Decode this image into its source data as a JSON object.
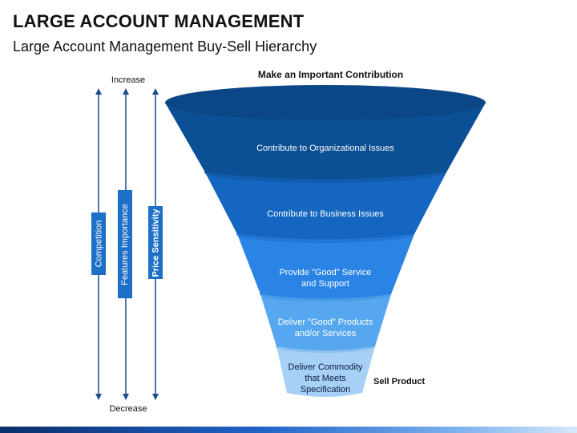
{
  "title": "LARGE ACCOUNT MANAGEMENT",
  "subtitle": "Large Account Management Buy-Sell Hierarchy",
  "axis": {
    "top_label": "Increase",
    "bottom_label": "Decrease",
    "indicators": [
      "Competition",
      "Features Importance",
      "Price Sensitivity"
    ]
  },
  "funnel": {
    "heading": "Make an Important Contribution",
    "footer_label": "Sell Product",
    "stages": [
      {
        "line1": "Contribute to Organizational Issues",
        "line2": "",
        "line3": "",
        "color": "#0b4f95"
      },
      {
        "line1": "Contribute to Business Issues",
        "line2": "",
        "line3": "",
        "color": "#1466c0"
      },
      {
        "line1": "Provide \"Good\" Service",
        "line2": "and Support",
        "line3": "",
        "color": "#2a84e6"
      },
      {
        "line1": "Deliver \"Good\" Products",
        "line2": "and/or Services",
        "line3": "",
        "color": "#56a7ef"
      },
      {
        "line1": "Deliver Commodity",
        "line2": "that Meets",
        "line3": "Specification",
        "color": "#a6d0f6"
      }
    ]
  },
  "colors": {
    "arrow": "#1b4e8f",
    "indicator_box": "#1e6fc6",
    "last_stage_text": "#0d1b3a"
  }
}
